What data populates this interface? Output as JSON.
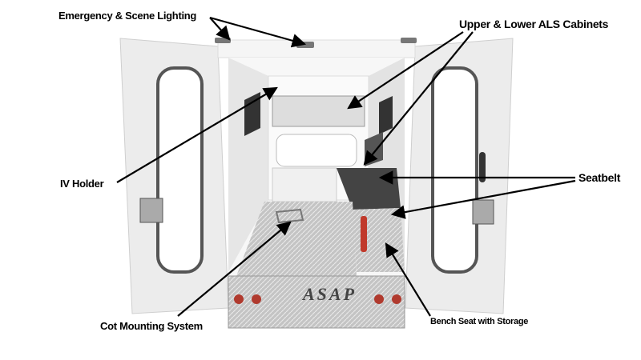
{
  "labels": {
    "lighting": "Emergency & Scene Lighting",
    "cabinets": "Upper & Lower ALS Cabinets",
    "iv_holder": "IV Holder",
    "seatbelt": "Seatbelt",
    "cot": "Cot Mounting System",
    "bench": "Bench Seat with Storage"
  },
  "bumper_logo": "ASAP",
  "colors": {
    "body": "#f2f2f2",
    "diamond_plate": "#bdbdbd",
    "tail_light": "#c0392b",
    "arrow": "#000000"
  }
}
